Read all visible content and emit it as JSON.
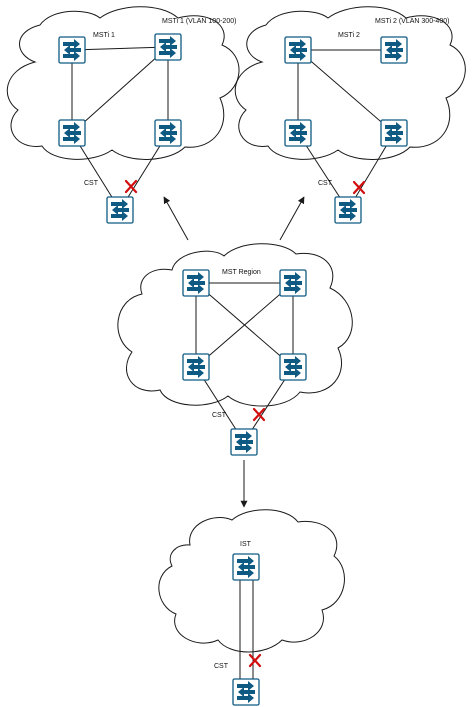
{
  "colors": {
    "switch_fill": "#0e5a83",
    "switch_border": "#0e5a83",
    "switch_arrow": "#ffffff",
    "block_mark": "#d10f0f",
    "line": "#1a1a1a"
  },
  "icons": {
    "switch": "layer2-switch-icon",
    "blocked_port": "red-x-icon"
  },
  "clouds": {
    "msti1": {
      "title": "MSTi 1 (VLAN 100-200)",
      "inner_label": "MSTi 1",
      "cst_label": "CST"
    },
    "msti2": {
      "title": "MSTi 2 (VLAN 300-400)",
      "inner_label": "MSTi 2",
      "cst_label": "CST"
    },
    "region": {
      "inner_label": "MST Region",
      "cst_label": "CST"
    },
    "ist": {
      "inner_label": "IST",
      "cst_label": "CST"
    }
  }
}
